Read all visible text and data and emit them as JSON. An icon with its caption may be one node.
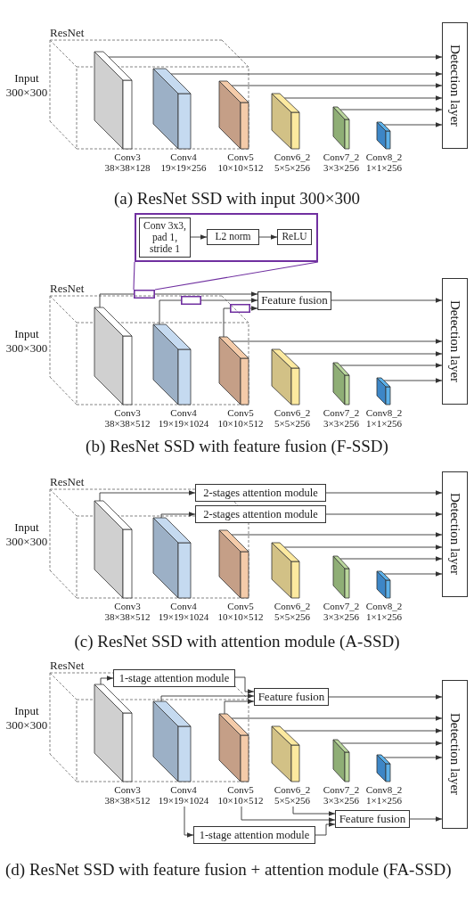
{
  "diagram": {
    "nodes": [
      {
        "text": [],
        "shape": "box",
        "beside": [
          "Conv3",
          "38×38×128"
        ]
      },
      {
        "text": [],
        "shape": "box",
        "beside": [
          "Conv4",
          "19×19×256"
        ]
      },
      {
        "text": [],
        "shape": "box",
        "beside": [
          "Conv5",
          "10×10×512"
        ]
      },
      {
        "text": [],
        "shape": "box",
        "beside": [
          "Conv6_2",
          "5×5×256"
        ]
      },
      {
        "text": [],
        "shape": "box",
        "beside": [
          "Conv7_2",
          "3×3×256"
        ]
      },
      {
        "text": [],
        "shape": "box",
        "beside": [
          "Conv8_2",
          "1×1×256"
        ]
      },
      {
        "text": [
          "Detection layer"
        ]
      },
      {
        "text": [],
        "shape": "box"
      },
      {
        "text": [
          "Conv 3x3, pad 1, stride 1"
        ],
        "in": 7
      },
      {
        "text": [
          "L2 norm"
        ],
        "in": 7
      },
      {
        "text": [
          "ReLU"
        ],
        "in": 7
      },
      {
        "text": [],
        "shape": "box"
      },
      {
        "text": [],
        "shape": "box"
      },
      {
        "text": [],
        "shape": "box"
      },
      {
        "text": [
          "Feature fusion"
        ]
      },
      {
        "text": [],
        "shape": "box",
        "beside": [
          "Conv3",
          "38×38×512"
        ]
      },
      {
        "text": [],
        "shape": "box",
        "beside": [
          "Conv4",
          "19×19×1024"
        ]
      },
      {
        "text": [],
        "shape": "box",
        "beside": [
          "Conv5",
          "10×10×512"
        ]
      },
      {
        "text": [],
        "shape": "box",
        "beside": [
          "Conv6_2",
          "5×5×256"
        ]
      },
      {
        "text": [],
        "shape": "box",
        "beside": [
          "Conv7_2",
          "3×3×256"
        ]
      },
      {
        "text": [],
        "shape": "box",
        "beside": [
          "Conv8_2",
          "1×1×256"
        ]
      },
      {
        "text": [
          "Detection layer"
        ]
      },
      {
        "text": [
          "2-stages attention module"
        ]
      },
      {
        "text": [
          "2-stages attention module"
        ]
      },
      {
        "text": [],
        "shape": "box",
        "beside": [
          "Conv3",
          "38×38×512"
        ]
      },
      {
        "text": [],
        "shape": "box",
        "beside": [
          "Conv4",
          "19×19×1024"
        ]
      },
      {
        "text": [],
        "shape": "box",
        "beside": [
          "Conv5",
          "10×10×512"
        ]
      },
      {
        "text": [],
        "shape": "box",
        "beside": [
          "Conv6_2",
          "5×5×256"
        ]
      },
      {
        "text": [],
        "shape": "box",
        "beside": [
          "Conv7_2",
          "3×3×256"
        ]
      },
      {
        "text": [],
        "shape": "box",
        "beside": [
          "Conv8_2",
          "1×1×256"
        ]
      },
      {
        "text": [
          "Detection layer"
        ]
      },
      {
        "text": [
          "1-stage attention module"
        ]
      },
      {
        "text": [
          "Feature fusion"
        ]
      },
      {
        "text": [],
        "shape": "box",
        "beside": [
          "Conv3",
          "38×38×512"
        ]
      },
      {
        "text": [],
        "shape": "box",
        "beside": [
          "Conv4",
          "19×19×1024"
        ]
      },
      {
        "text": [],
        "shape": "box",
        "beside": [
          "Conv5",
          "10×10×512"
        ]
      },
      {
        "text": [],
        "shape": "box",
        "beside": [
          "Conv6_2",
          "5×5×256"
        ]
      },
      {
        "text": [],
        "shape": "box",
        "beside": [
          "Conv7_2",
          "3×3×256"
        ]
      },
      {
        "text": [],
        "shape": "box",
        "beside": [
          "Conv8_2",
          "1×1×256"
        ]
      },
      {
        "text": [
          "Detection layer"
        ]
      },
      {
        "text": [
          "Feature fusion"
        ]
      },
      {
        "text": [
          "1-stage attention module"
        ]
      }
    ],
    "edges": [
      {
        "from": 0,
        "to": 6,
        "arrow": "to"
      },
      {
        "from": 1,
        "to": 6,
        "arrow": "to"
      },
      {
        "from": 2,
        "to": 6,
        "arrow": "to"
      },
      {
        "from": 3,
        "to": 6,
        "arrow": "to"
      },
      {
        "from": 4,
        "to": 6,
        "arrow": "to"
      },
      {
        "from": 5,
        "to": 6,
        "arrow": "to"
      },
      {
        "from": 8,
        "to": 9,
        "arrow": "to"
      },
      {
        "from": 9,
        "to": 10,
        "arrow": "to"
      },
      {
        "from": 11,
        "to": 7,
        "arrow": "none",
        "color": "#7030a0"
      },
      {
        "from": 11,
        "to": 7,
        "arrow": "none",
        "color": "#7030a0"
      },
      {
        "from": 15,
        "to": 11,
        "arrow": "none"
      },
      {
        "from": 11,
        "to": 14,
        "arrow": "to"
      },
      {
        "from": 16,
        "to": 12,
        "arrow": "none"
      },
      {
        "from": 12,
        "to": 14,
        "arrow": "to"
      },
      {
        "from": 17,
        "to": 13,
        "arrow": "none"
      },
      {
        "from": 13,
        "to": 14,
        "arrow": "to"
      },
      {
        "from": 14,
        "to": 21,
        "arrow": "to"
      },
      {
        "from": 17,
        "to": 21,
        "arrow": "to"
      },
      {
        "from": 18,
        "to": 21,
        "arrow": "to"
      },
      {
        "from": 19,
        "to": 21,
        "arrow": "to"
      },
      {
        "from": 20,
        "to": 21,
        "arrow": "to"
      },
      {
        "from": 24,
        "to": 22,
        "arrow": "to"
      },
      {
        "from": 25,
        "to": 23,
        "arrow": "to"
      },
      {
        "from": 22,
        "to": 30,
        "arrow": "to"
      },
      {
        "from": 23,
        "to": 30,
        "arrow": "to"
      },
      {
        "from": 26,
        "to": 30,
        "arrow": "to"
      },
      {
        "from": 27,
        "to": 30,
        "arrow": "to"
      },
      {
        "from": 28,
        "to": 30,
        "arrow": "to"
      },
      {
        "from": 29,
        "to": 30,
        "arrow": "to"
      },
      {
        "from": 33,
        "to": 31,
        "arrow": "to"
      },
      {
        "from": 31,
        "to": 32,
        "arrow": "to"
      },
      {
        "from": 34,
        "to": 32,
        "arrow": "to"
      },
      {
        "from": 35,
        "to": 32,
        "arrow": "to"
      },
      {
        "from": 32,
        "to": 39,
        "arrow": "to"
      },
      {
        "from": 35,
        "to": 39,
        "arrow": "to"
      },
      {
        "from": 36,
        "to": 39,
        "arrow": "to"
      },
      {
        "from": 37,
        "to": 39,
        "arrow": "to"
      },
      {
        "from": 38,
        "to": 39,
        "arrow": "to"
      },
      {
        "from": 34,
        "to": 41,
        "arrow": "to"
      },
      {
        "from": 35,
        "to": 40,
        "arrow": "to"
      },
      {
        "from": 36,
        "to": 40,
        "arrow": "to"
      },
      {
        "from": 41,
        "to": 40,
        "arrow": "to"
      },
      {
        "from": 40,
        "to": 39,
        "arrow": "to"
      }
    ],
    "labels": [
      "ResNet",
      "Input 300×300",
      "(a) ResNet SSD with input 300×300",
      "ResNet",
      "Input 300×300",
      "(b) ResNet SSD with feature fusion (F-SSD)",
      "ResNet",
      "Input 300×300",
      "(c) ResNet SSD with attention module (A-SSD)",
      "ResNet",
      "Input 300×300",
      "(d) ResNet SSD with feature fusion + attention module (FA-SSD)"
    ]
  }
}
